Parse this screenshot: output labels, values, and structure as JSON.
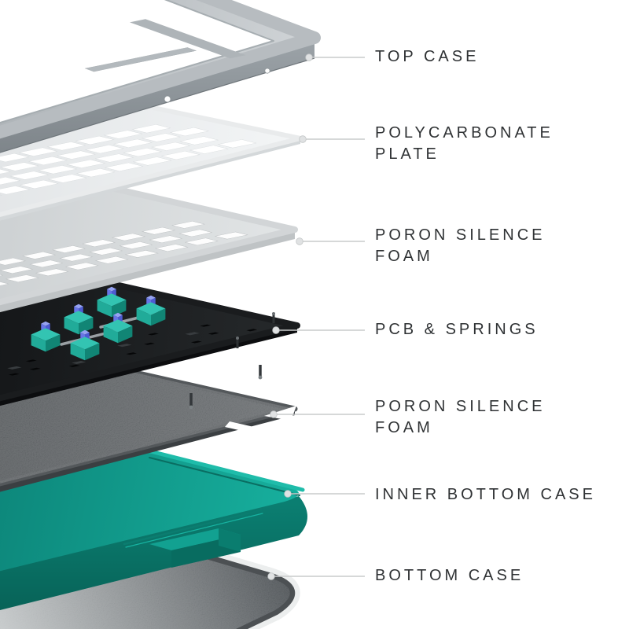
{
  "diagram": {
    "type": "exploded-view-keyboard",
    "background": "#ffffff",
    "layers": [
      {
        "id": "top-case",
        "line1": "TOP CASE",
        "line2": "",
        "color": "#b5babe"
      },
      {
        "id": "polycarbonate-plate",
        "line1": "POLYCARBONATE",
        "line2": "PLATE",
        "color": "#edeff0"
      },
      {
        "id": "poron-silence-foam-upper",
        "line1": "PORON SILENCE",
        "line2": "FOAM",
        "color": "#d4d7d9"
      },
      {
        "id": "pcb-springs",
        "line1": "PCB & SPRINGS",
        "line2": "",
        "color": "#1a1c1e"
      },
      {
        "id": "poron-silence-foam-lower",
        "line1": "PORON SILENCE",
        "line2": "FOAM",
        "color": "#54585a"
      },
      {
        "id": "inner-bottom-case",
        "line1": "INNER BOTTOM CASE",
        "line2": "",
        "color": "#0f9e8e"
      },
      {
        "id": "bottom-case",
        "line1": "BOTTOM CASE",
        "line2": "",
        "color": "#5a5f62"
      }
    ],
    "accent_colors": {
      "switch_body": "#2fc0ae",
      "switch_stem": "#6775e6",
      "leader_line": "#c9cbcc",
      "label_text": "#2f3234"
    }
  }
}
